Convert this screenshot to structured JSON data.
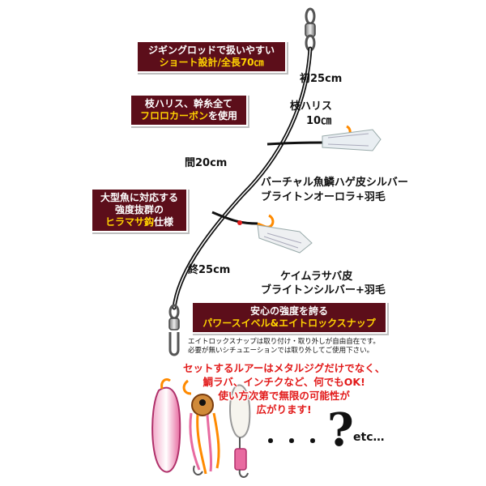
{
  "badges": {
    "top": {
      "line1": "ジギングロッドで扱いやすい",
      "line2": "ショート設計/全長70㎝"
    },
    "middle": {
      "line1": "枝ハリス、幹糸全て",
      "line2_hl": "フロロカーボン",
      "line2_rest": "を使用"
    },
    "left": {
      "line1": "大型魚に対応する",
      "line2": "強度抜群の",
      "line3_hl": "ヒラマサ鈎",
      "line3_rest": "仕様"
    },
    "snap": {
      "line1": "安心の強度を誇る",
      "line2": "パワースイベル&エイトロックスナップ"
    }
  },
  "labels": {
    "top_length": "初25cm",
    "branch_leader": "枝ハリス",
    "branch_leader_size": "10㎝",
    "mid_length": "間20cm",
    "upper_lure_line1": "バーチャル魚鱗ハゲ皮シルバー",
    "upper_lure_line2": "ブライトンオーロラ+羽毛",
    "bottom_length": "終25cm",
    "lower_lure_line1": "ケイムラサバ皮",
    "lower_lure_line2": "ブライトンシルバー+羽毛"
  },
  "notes": {
    "line1": "エイトロックスナップは取り付け・取り外しが自由自在です。",
    "line2": "必要が無いシチュエーションでは取り外してご使用下さい。"
  },
  "red_text": {
    "line1": "セットするルアーはメタルジグだけでなく、",
    "line2": "鯛ラバ、インチクなど、何でもOK!",
    "line3": "使い方次第で無限の可能性が",
    "line4": "広がります!"
  },
  "bottom": {
    "dots": "・・・",
    "question": "?",
    "etc": "etc…"
  },
  "colors": {
    "badge": "#5c0e1a",
    "highlight": "#ffd200",
    "red": "#e21b1b",
    "pink": "#e86aa0"
  },
  "icons": [
    "swivel-icon",
    "snap-icon",
    "hook-icon",
    "metal-jig-icon",
    "tai-rubber-icon",
    "inchiku-icon"
  ]
}
